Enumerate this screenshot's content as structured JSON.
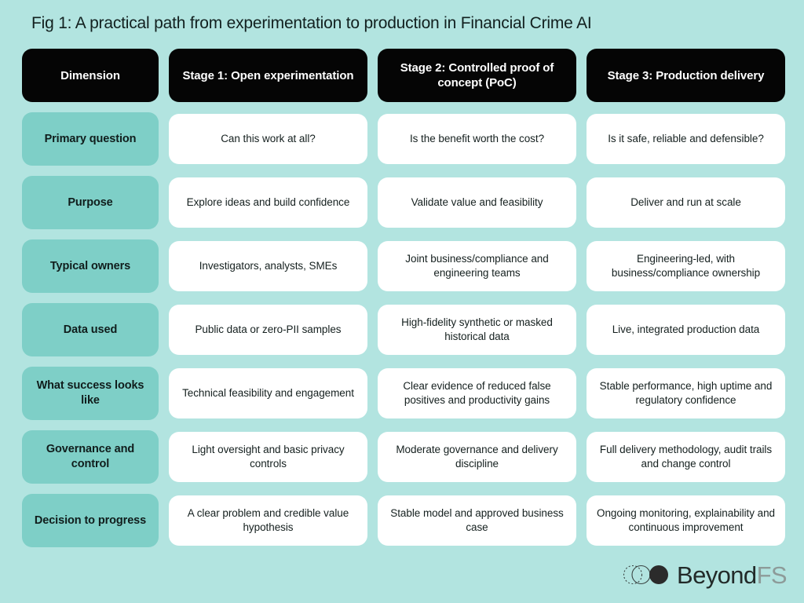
{
  "figure": {
    "title": "Fig 1: A practical path from experimentation to production in Financial Crime AI",
    "background_color": "#b2e4e0",
    "header_color": "#050505",
    "label_color": "#7ecfc7",
    "value_color": "#ffffff"
  },
  "table": {
    "headers": [
      "Dimension",
      "Stage 1: Open experimentation",
      "Stage 2: Controlled proof of concept (PoC)",
      "Stage 3: Production delivery"
    ],
    "rows": [
      {
        "label": "Primary question",
        "stage1": "Can this work at all?",
        "stage2": "Is the benefit worth the cost?",
        "stage3": "Is it safe, reliable and defensible?"
      },
      {
        "label": "Purpose",
        "stage1": "Explore ideas and build confidence",
        "stage2": "Validate value and feasibility",
        "stage3": "Deliver and run at scale"
      },
      {
        "label": "Typical owners",
        "stage1": "Investigators, analysts, SMEs",
        "stage2": "Joint business/compliance and engineering teams",
        "stage3": "Engineering-led, with business/compliance ownership"
      },
      {
        "label": "Data used",
        "stage1": "Public data or zero-PII samples",
        "stage2": "High-fidelity synthetic or masked historical data",
        "stage3": "Live, integrated production data"
      },
      {
        "label": "What success looks like",
        "stage1": "Technical feasibility and engagement",
        "stage2": "Clear evidence of reduced false positives and productivity gains",
        "stage3": "Stable performance, high uptime and regulatory confidence"
      },
      {
        "label": "Governance and control",
        "stage1": "Light oversight and basic privacy controls",
        "stage2": "Moderate governance and delivery discipline",
        "stage3": "Full delivery methodology, audit trails and change control"
      },
      {
        "label": "Decision to progress",
        "stage1": "A clear problem and credible value hypothesis",
        "stage2": "Stable model and approved business case",
        "stage3": "Ongoing monitoring, explainability and continuous improvement"
      }
    ]
  },
  "logo": {
    "mark": "overlapping-circles-icon",
    "name_primary": "Beyond",
    "name_secondary": "FS",
    "primary_color": "#222a29",
    "secondary_color": "#8d9b99"
  }
}
